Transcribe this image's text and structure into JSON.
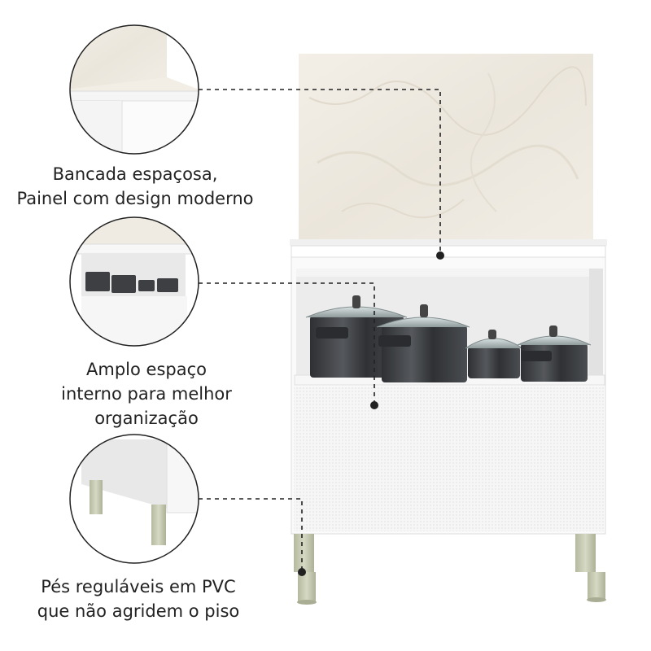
{
  "features": [
    {
      "lines": [
        "Bancada espaçosa,",
        "Painel com design moderno"
      ]
    },
    {
      "lines": [
        "Amplo espaço",
        "interno para melhor",
        "organização"
      ]
    },
    {
      "lines": [
        "Pés reguláveis em PVC",
        "que não agridem o piso"
      ]
    }
  ],
  "colors": {
    "marble": "#efebe2",
    "cabinet_white": "#f7f7f7",
    "cabinet_edge": "#dcdcdc",
    "feet": "#c9ccb4",
    "pot_dark": "#3d3f42",
    "leader_line": "#222222"
  }
}
